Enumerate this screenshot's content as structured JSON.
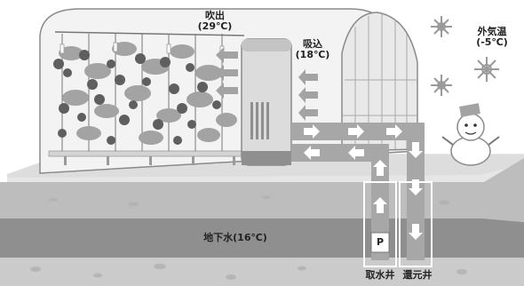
{
  "labels": {
    "outlet": "吹出",
    "outlet_temp": "(29℃)",
    "inlet": "吸込",
    "inlet_temp": "(18℃)",
    "outside": "外気温",
    "outside_temp": "(-5℃)",
    "groundwater": "地下水(16℃)",
    "pump": "P",
    "intake_well": "取水井",
    "return_well": "還元井"
  },
  "colors": {
    "soil_top": "#b9b9b9",
    "soil_mid": "#8f8f8f",
    "soil_low": "#c9c9c9",
    "pipe": "#a7a7a7",
    "arrow": "#ffffff",
    "unit": "#9a9a9a",
    "plant": "#6f6f6f",
    "leaf": "#9e9e9e"
  },
  "icons": [
    "snowflake-icon",
    "snowman-icon",
    "pump-icon",
    "arrow-icon"
  ]
}
